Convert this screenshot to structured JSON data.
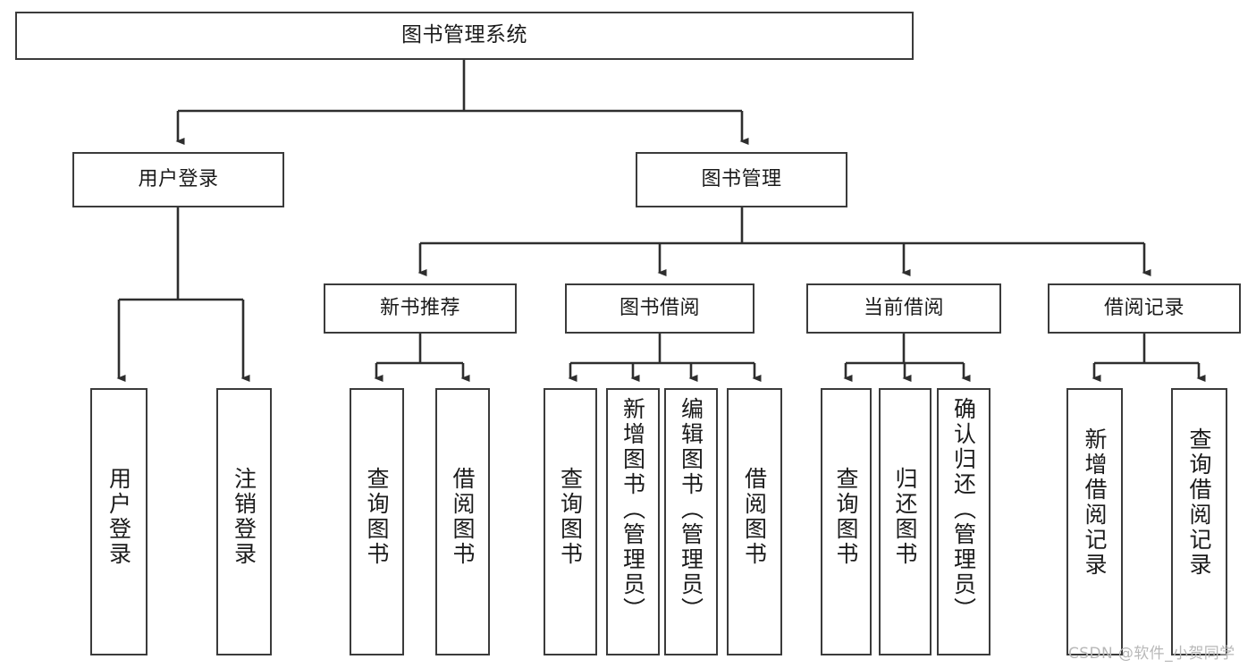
{
  "diagram": {
    "title": "图书管理系统",
    "type": "hierarchy-tree",
    "watermark": "CSDN @软件_小贺同学",
    "colors": {
      "stroke": "#3b3b3b",
      "fill": "#ffffff",
      "text": "#1b1b1b",
      "watermark": "#b8b8b8"
    },
    "nodes": {
      "root": {
        "label": "图书管理系统"
      },
      "level2": [
        {
          "label": "用户登录"
        },
        {
          "label": "图书管理"
        }
      ],
      "level3": [
        {
          "label": "新书推荐"
        },
        {
          "label": "图书借阅"
        },
        {
          "label": "当前借阅"
        },
        {
          "label": "借阅记录"
        }
      ],
      "leaves": {
        "user_login": [
          {
            "label": "用户登录"
          },
          {
            "label": "注销登录"
          }
        ],
        "new_book": [
          {
            "label": "查询图书"
          },
          {
            "label": "借阅图书"
          }
        ],
        "borrow": [
          {
            "label": "查询图书"
          },
          {
            "label": "新增图书（管理员）"
          },
          {
            "label": "编辑图书（管理员）"
          },
          {
            "label": "借阅图书"
          }
        ],
        "current": [
          {
            "label": "查询图书"
          },
          {
            "label": "归还图书"
          },
          {
            "label": "确认归还（管理员）"
          }
        ],
        "records": [
          {
            "label": "新增借阅记录"
          },
          {
            "label": "查询借阅记录"
          }
        ]
      }
    }
  }
}
